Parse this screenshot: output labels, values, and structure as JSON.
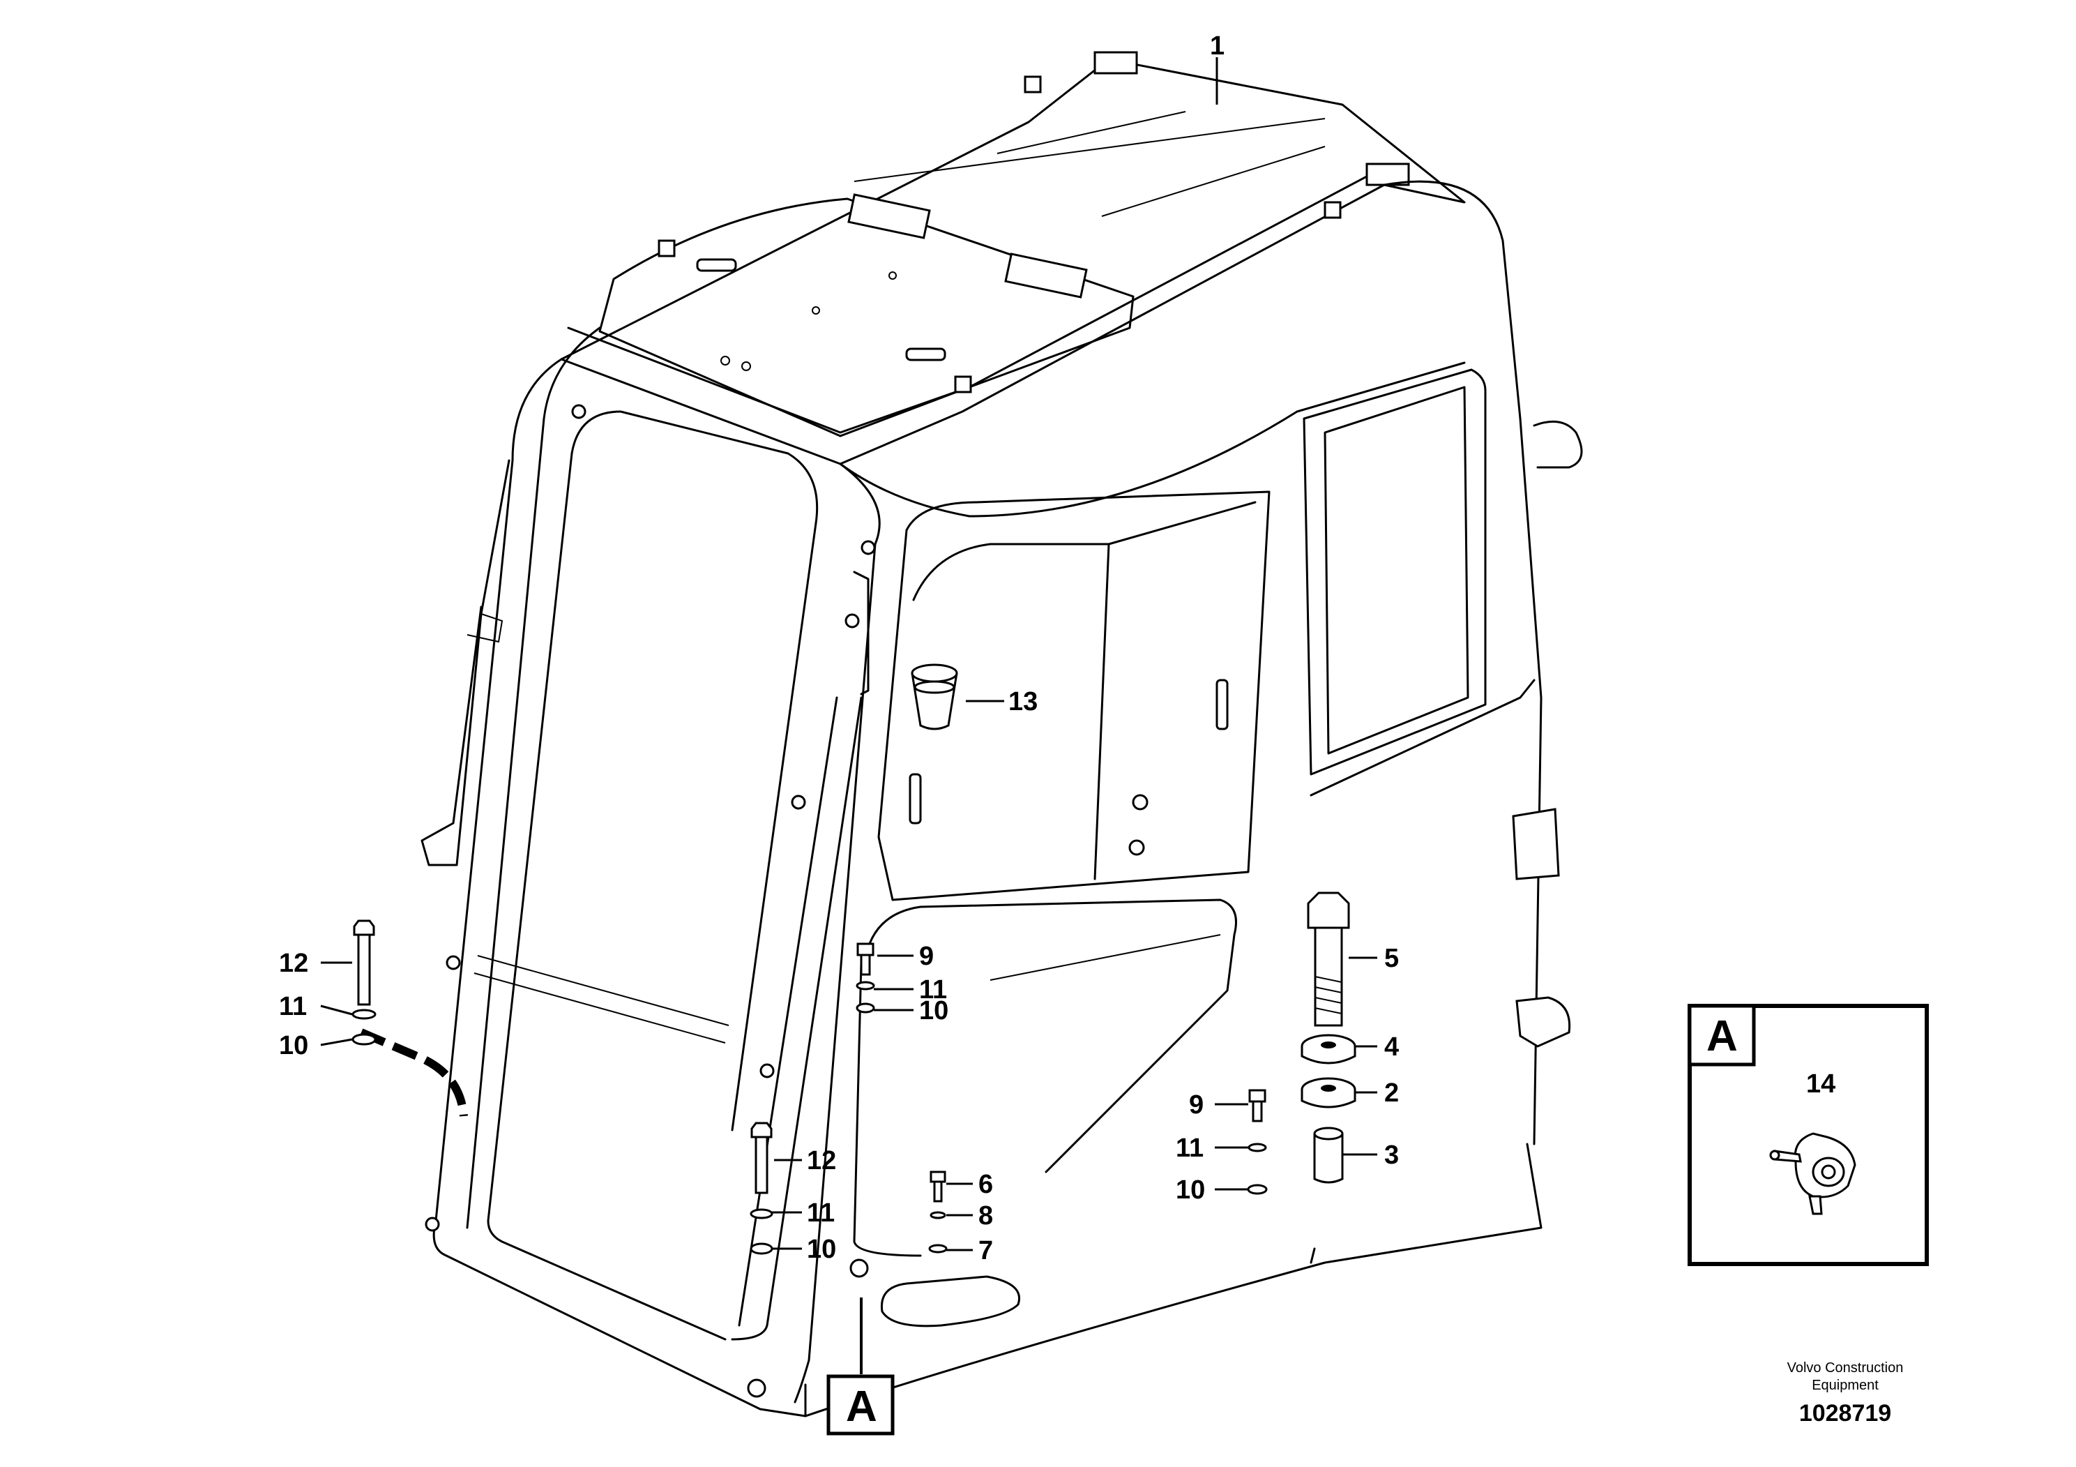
{
  "callouts": {
    "p1": "1",
    "p2": "2",
    "p3": "3",
    "p4": "4",
    "p5": "5",
    "p6": "6",
    "p7": "7",
    "p8": "8",
    "p9a": "9",
    "p9b": "9",
    "p10a": "10",
    "p10b": "10",
    "p10c": "10",
    "p10d": "10",
    "p11a": "11",
    "p11b": "11",
    "p11c": "11",
    "p11d": "11",
    "p12a": "12",
    "p12b": "12",
    "p13": "13",
    "p14": "14"
  },
  "detail": {
    "reference_label": "A",
    "inset_label": "A"
  },
  "footer": {
    "company_line1": "Volvo Construction",
    "company_line2": "Equipment",
    "doc_number": "1028719"
  }
}
